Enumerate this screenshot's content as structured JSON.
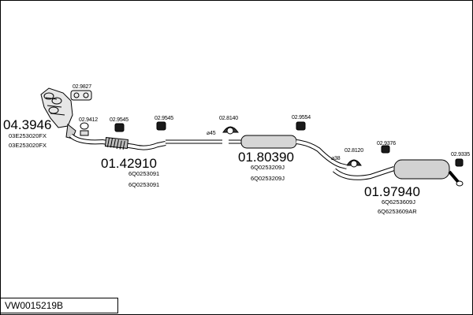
{
  "reference": "VW0015219B",
  "groups": [
    {
      "id": "manifold",
      "main": "04.3946",
      "oe": [
        "03E253020FX",
        "03E253020FX"
      ]
    },
    {
      "id": "front-pipe",
      "main": "01.42910",
      "oe": [
        "6Q0253091",
        "6Q0253091"
      ]
    },
    {
      "id": "centre-silencer",
      "main": "01.80390",
      "oe": [
        "6Q0253209J",
        "6Q0253209J"
      ]
    },
    {
      "id": "rear-silencer",
      "main": "01.97940",
      "oe": [
        "6Q6253609J",
        "6Q6253609AR"
      ]
    }
  ],
  "parts": {
    "gasket_manifold": "02.9827",
    "ring_a": "02.9412",
    "mount_a": "02.9545",
    "mount_b": "02.9545",
    "clamp_front": "02.8140",
    "mount_c": "02.9554",
    "clamp_rear": "02.8120",
    "mount_d": "02.9376",
    "mount_e": "02.9335"
  },
  "diameters": {
    "front": "⌀45",
    "rear": "⌀38"
  }
}
